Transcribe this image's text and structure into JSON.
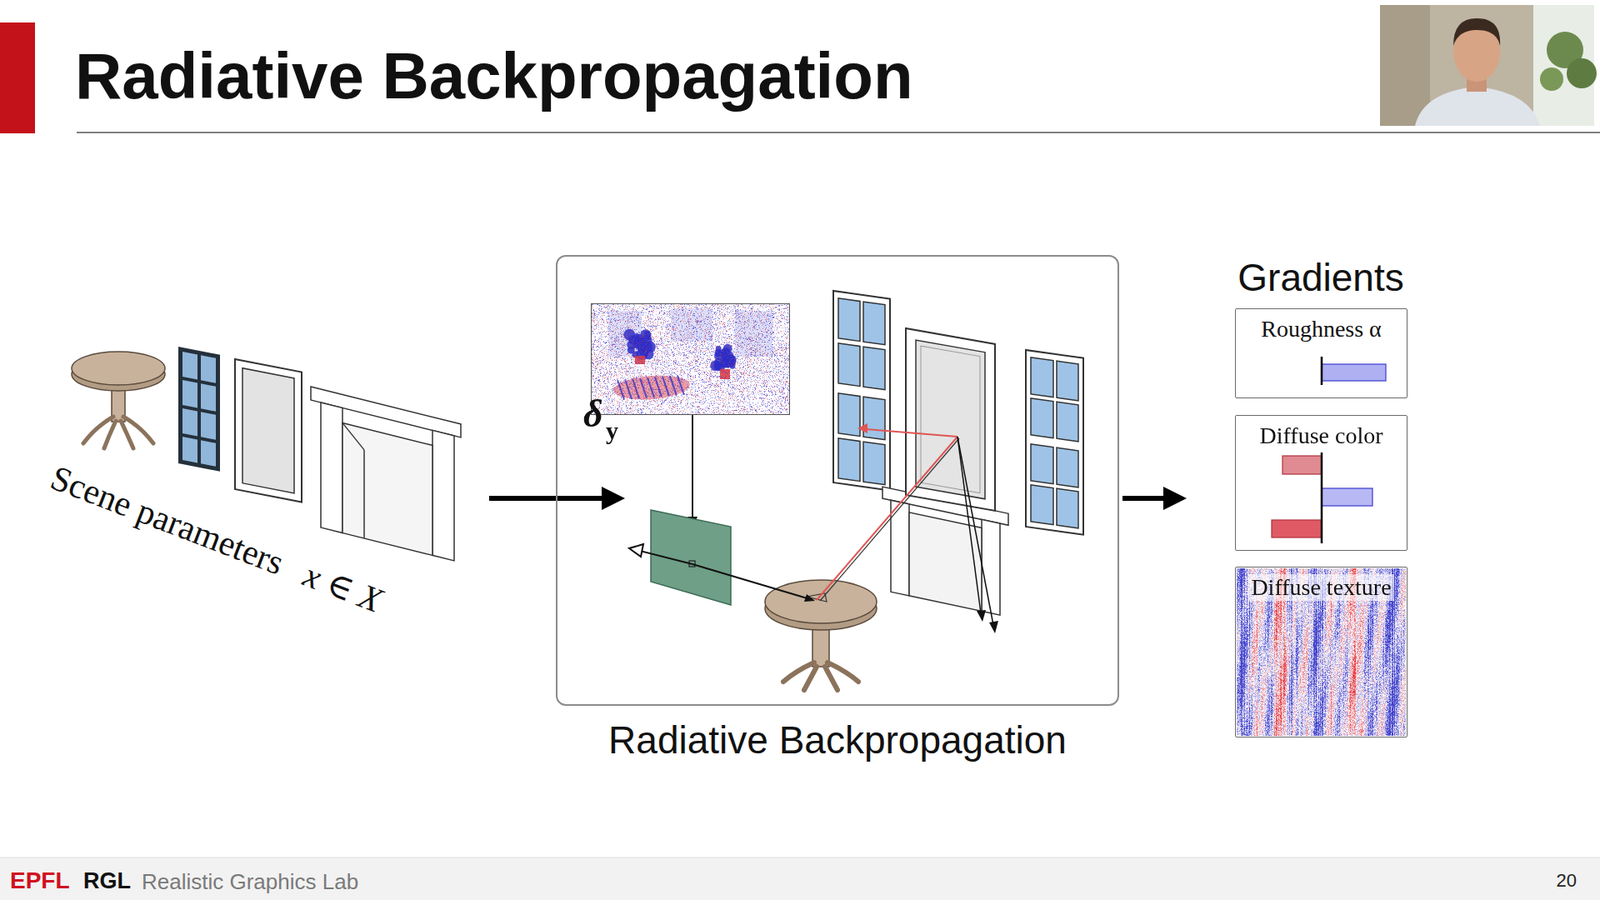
{
  "diagram": {
    "title": "Radiative Backpropagation",
    "nodes": [
      {
        "text": [
          "Radiative Backpropagation"
        ]
      },
      {
        "text": [
          "Roughness α"
        ]
      },
      {
        "text": [
          "Diffuse color"
        ]
      },
      {
        "text": [
          "Diffuse texture"
        ]
      }
    ],
    "labels": [
      "δ",
      "y",
      "Scene parameters",
      "x ∈ X",
      "Gradients",
      "EPFL",
      "RGL",
      "Realistic Graphics Lab",
      "20"
    ]
  }
}
